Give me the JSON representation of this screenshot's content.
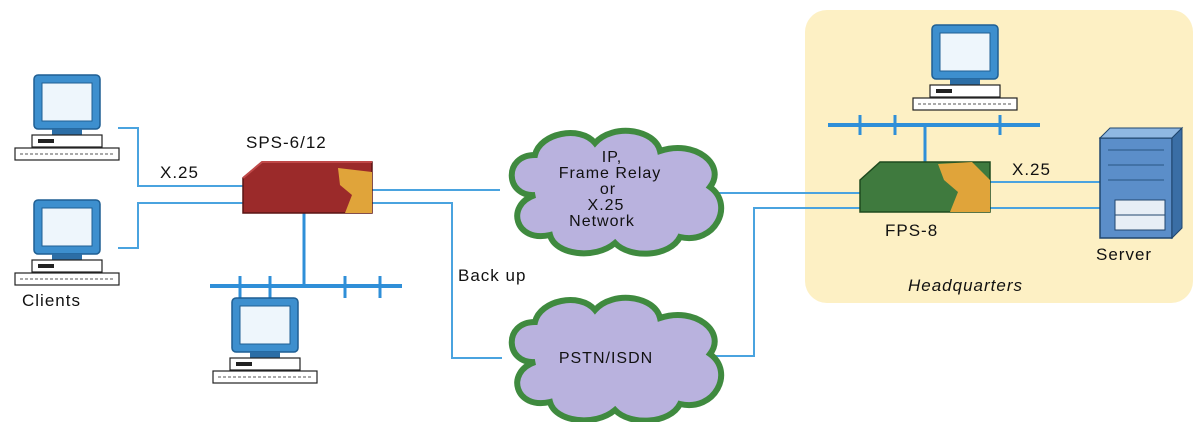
{
  "labels": {
    "sps": "SPS-6/12",
    "fps": "FPS-8",
    "x25_left": "X.25",
    "x25_right": "X.25",
    "clients": "Clients",
    "server": "Server",
    "backup": "Back up",
    "headquarters": "Headquarters"
  },
  "clouds": {
    "wan": [
      "IP,",
      "Frame Relay",
      "or",
      "X.25",
      "Network"
    ],
    "pstn": "PSTN/ISDN"
  },
  "icons": {
    "computer": "desktop-computer-icon",
    "router": "router-icon",
    "server": "server-tower-icon",
    "cloud": "network-cloud-icon"
  },
  "colors": {
    "hq_background": "#fdf0c4",
    "sps_router": "#9b2a2a",
    "fps_router": "#3f7a3e",
    "router_accent": "#e0a43a",
    "cloud_fill": "#b9b2de",
    "cloud_border": "#3f8a3f",
    "link": "#4aa3df",
    "monitor": "#3d8fce"
  }
}
